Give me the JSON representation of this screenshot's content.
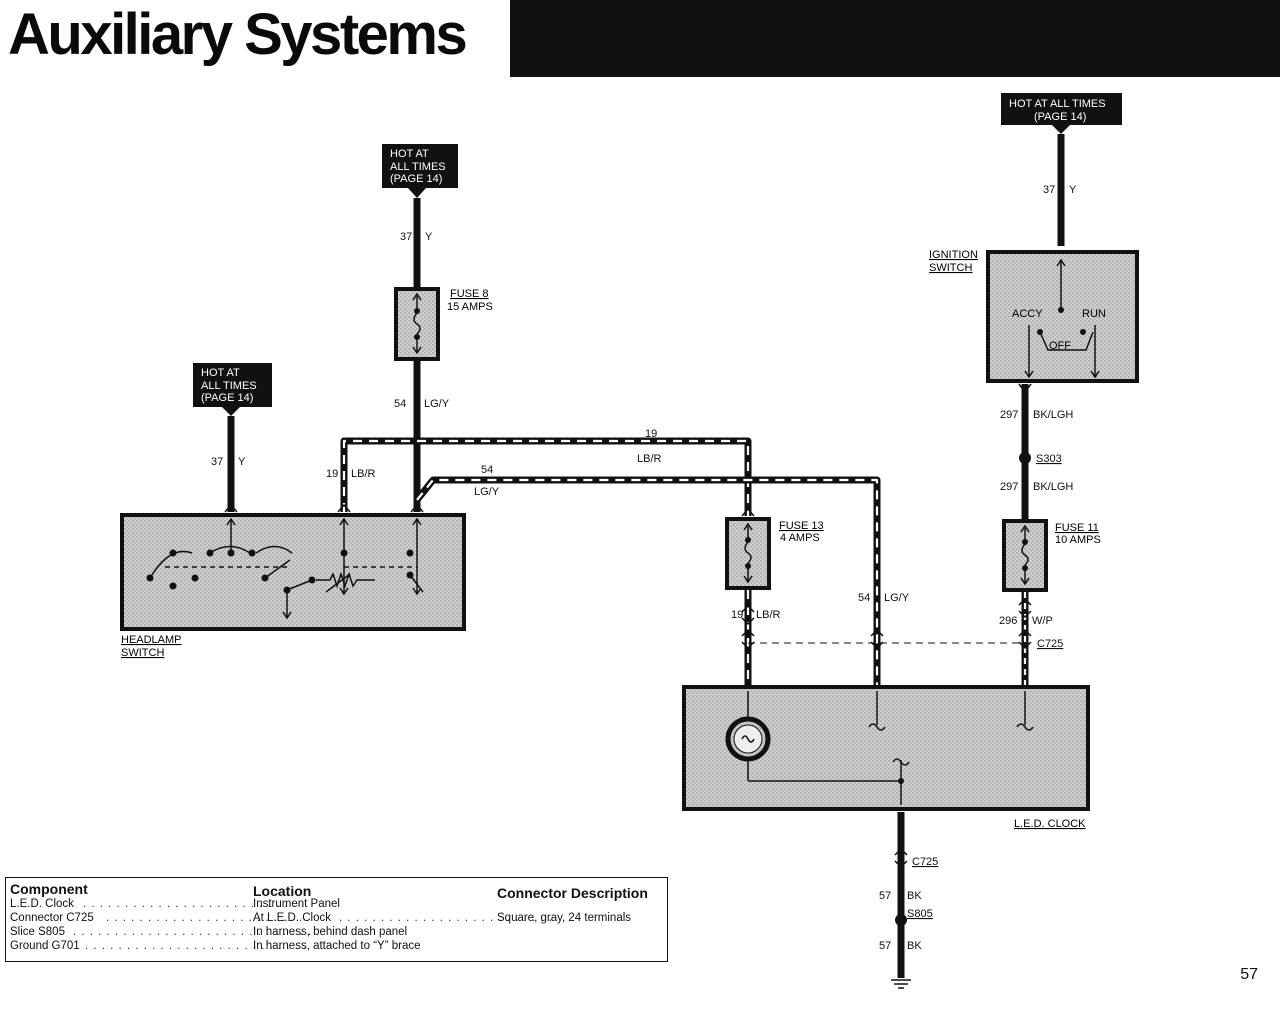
{
  "page": {
    "title": "Auxiliary Systems",
    "number": "57"
  },
  "feeds": {
    "hot_label": [
      "HOT AT",
      "ALL TIMES",
      "(PAGE 14)"
    ],
    "hot_label_wide": [
      "HOT AT ALL TIMES",
      "(PAGE 14)"
    ]
  },
  "wires": {
    "w37": "37",
    "y": "Y",
    "w54": "54",
    "lgy": "LG/Y",
    "w19": "19",
    "lbr": "LB/R",
    "w297": "297",
    "bklgh": "BK/LGH",
    "w296": "296",
    "wp": "W/P",
    "w57": "57",
    "bk": "BK"
  },
  "components": {
    "fuse8": [
      "FUSE 8",
      "15 AMPS"
    ],
    "fuse13": [
      "FUSE 13",
      "4 AMPS"
    ],
    "fuse11": [
      "FUSE 11",
      "10 AMPS"
    ],
    "ignition_switch": [
      "IGNITION",
      "SWITCH"
    ],
    "headlamp_switch": [
      "HEADLAMP",
      "SWITCH"
    ],
    "led_clock": "L.E.D. CLOCK",
    "s303": "S303",
    "s805": "S805",
    "c725": "C725",
    "accy": "ACCY",
    "run": "RUN",
    "off": "OFF"
  },
  "table": {
    "headers": [
      "Component",
      "Location",
      "Connector Description"
    ],
    "rows": [
      {
        "component": "L.E.D. Clock",
        "location": "Instrument Panel",
        "description": ""
      },
      {
        "component": "Connector C725",
        "location": "At L.E.D. Clock",
        "description": "Square, gray, 24 terminals"
      },
      {
        "component": "Slice S805",
        "location": "In harness, behind dash panel",
        "description": ""
      },
      {
        "component": "Ground G701",
        "location": "In harness, attached to “Y” brace",
        "description": ""
      }
    ]
  },
  "colors": {
    "ink": "#111111",
    "component_fill": "#c9c9c9",
    "wire_stripe": "#ffffff"
  }
}
